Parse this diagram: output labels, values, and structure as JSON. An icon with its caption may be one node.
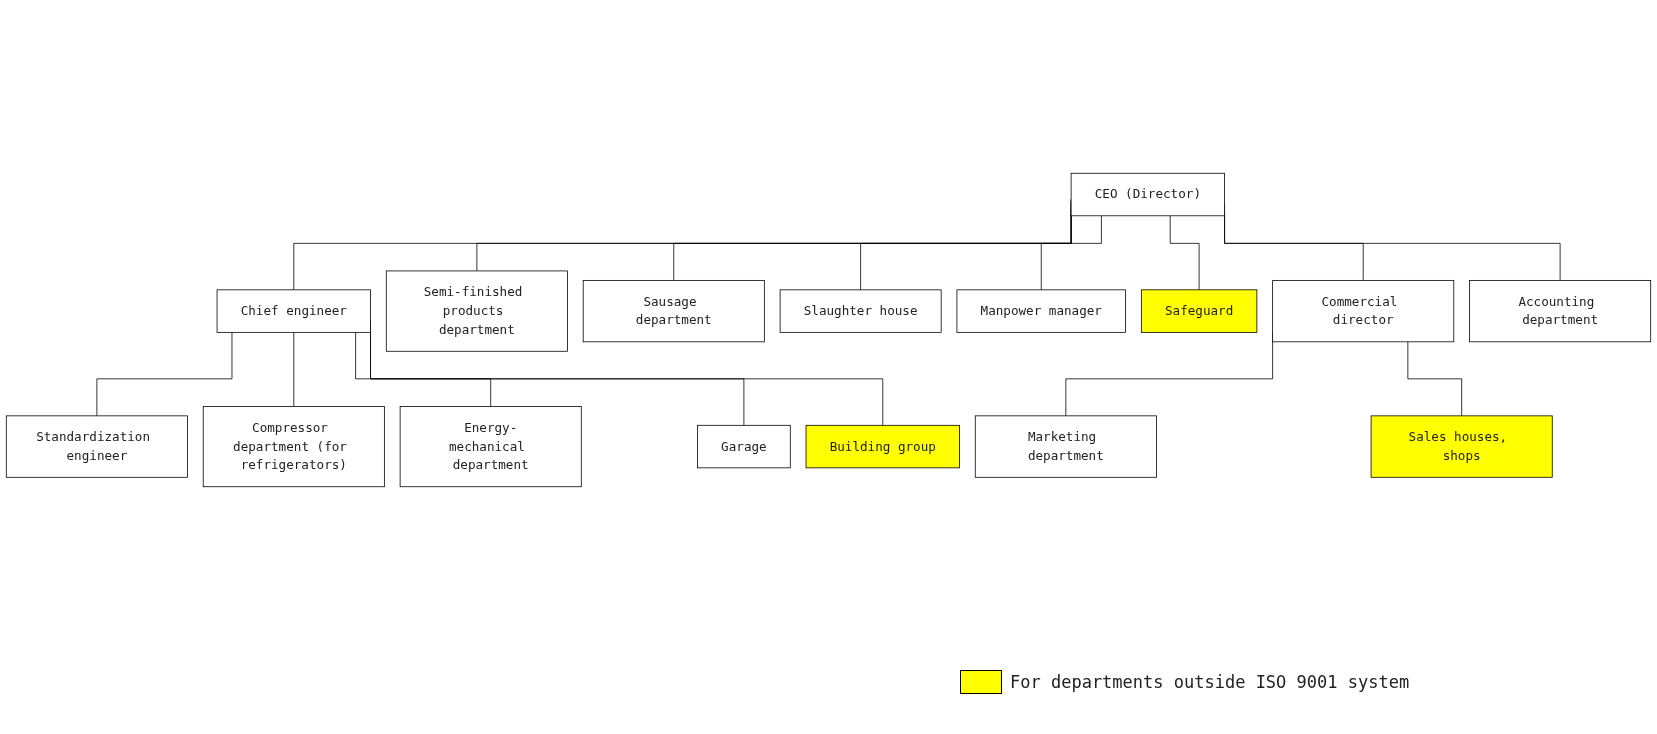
{
  "diagram": {
    "nodes": [
      {
        "text": [
          "CEO (Director)"
        ]
      },
      {
        "text": [
          "Chief engineer"
        ]
      },
      {
        "text": [
          "Standardization engineer"
        ]
      },
      {
        "text": [
          "Compressor department (for refrigerators)"
        ]
      },
      {
        "text": [
          "Energy-mechanical department"
        ]
      },
      {
        "text": [
          "Garage"
        ]
      },
      {
        "text": [
          "Building group"
        ]
      },
      {
        "text": [
          "Semi-finished products department"
        ]
      },
      {
        "text": [
          "Sausage department"
        ]
      },
      {
        "text": [
          "Slaughter house"
        ]
      },
      {
        "text": [
          "Manpower manager"
        ]
      },
      {
        "text": [
          "Safeguard"
        ]
      },
      {
        "text": [
          "Commercial director"
        ]
      },
      {
        "text": [
          "Marketing department"
        ]
      },
      {
        "text": [
          "Sales houses, shops"
        ]
      },
      {
        "text": [
          "Accounting department"
        ]
      }
    ],
    "edges": [
      {
        "from": 0,
        "to": 1,
        "arrow": "none"
      },
      {
        "from": 1,
        "to": 2,
        "arrow": "none"
      },
      {
        "from": 1,
        "to": 3,
        "arrow": "none"
      },
      {
        "from": 1,
        "to": 4,
        "arrow": "none"
      },
      {
        "from": 1,
        "to": 5,
        "arrow": "none"
      },
      {
        "from": 1,
        "to": 6,
        "arrow": "none"
      },
      {
        "from": 0,
        "to": 7,
        "arrow": "none"
      },
      {
        "from": 0,
        "to": 8,
        "arrow": "none"
      },
      {
        "from": 0,
        "to": 9,
        "arrow": "none"
      },
      {
        "from": 0,
        "to": 10,
        "arrow": "none"
      },
      {
        "from": 0,
        "to": 11,
        "arrow": "none"
      },
      {
        "from": 0,
        "to": 12,
        "arrow": "none"
      },
      {
        "from": 0,
        "to": 15,
        "arrow": "none"
      },
      {
        "from": 12,
        "to": 13,
        "arrow": "none"
      },
      {
        "from": 12,
        "to": 14,
        "arrow": "none"
      }
    ],
    "legend": [
      {
        "text": "For departments outside ISO 9001 system",
        "color": "#ffff00"
      }
    ]
  }
}
